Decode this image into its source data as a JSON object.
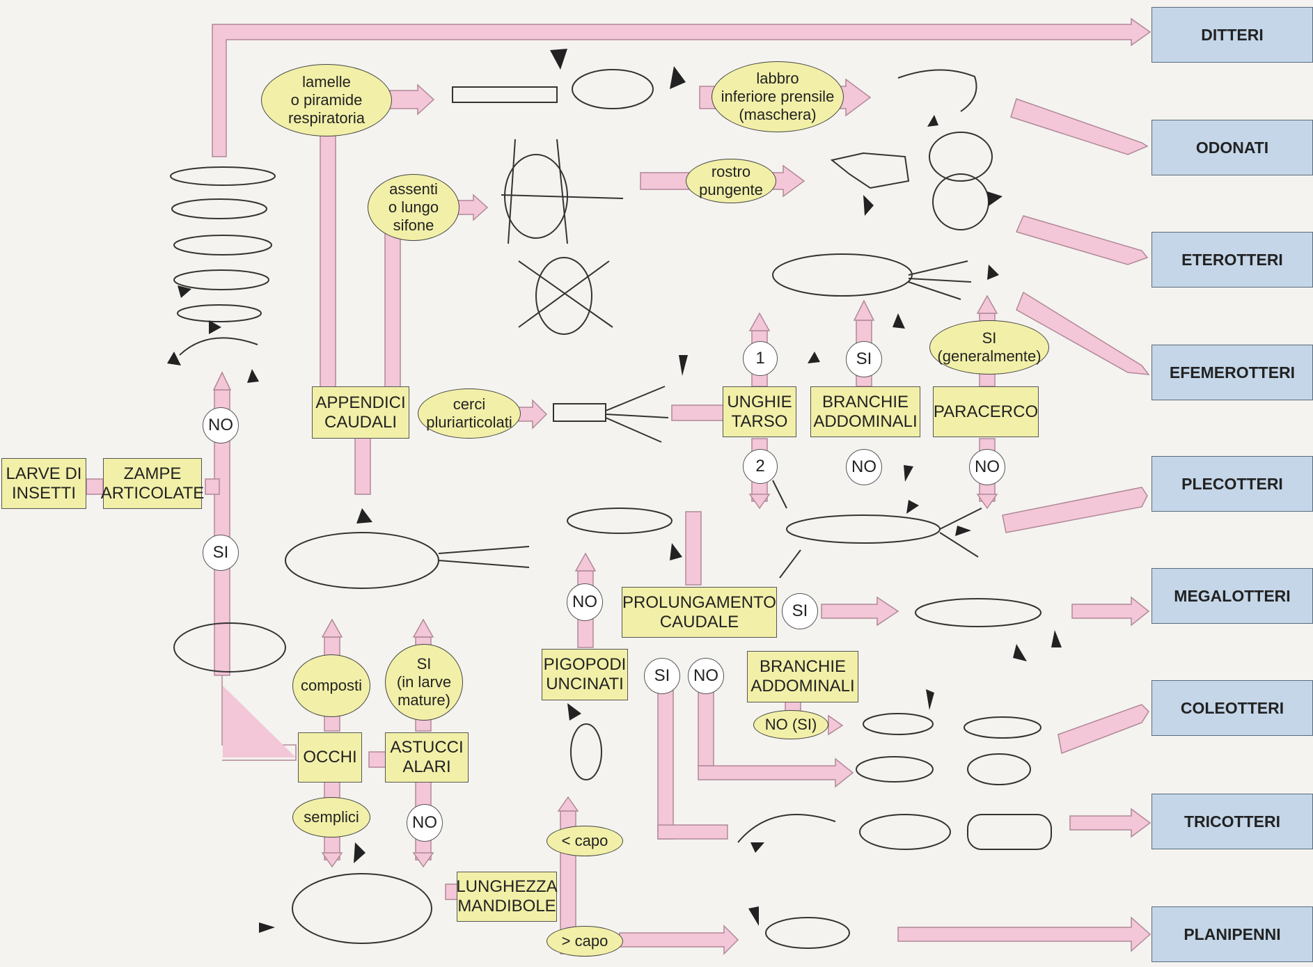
{
  "colors": {
    "arrow": "#f3c6d8",
    "arrow_stroke": "#b08898",
    "box": "#f2f0a8",
    "order_box": "#c4d6e8",
    "circle": "#ffffff"
  },
  "orders": [
    "DITTERI",
    "ODONATI",
    "ETEROTTERI",
    "EFEMEROTTERI",
    "PLECOTTERI",
    "MEGALOTTERI",
    "COLEOTTERI",
    "TRICOTTERI",
    "PLANIPENNI"
  ],
  "boxes": {
    "larve": "LARVE DI\nINSETTI",
    "zampe": "ZAMPE\nARTICOLATE",
    "appendici": "APPENDICI\nCAUDALI",
    "occhi": "OCCHI",
    "astucci": "ASTUCCI\nALARI",
    "lunghezza": "LUNGHEZZA\nMANDIBOLE",
    "pigopodi": "PIGOPODI\nUNCINATI",
    "prolungamento": "PROLUNGAMENTO\nCAUDALE",
    "branchie_addominali_low": "BRANCHIE\nADDOMINALI",
    "unghie": "UNGHIE\nTARSO",
    "branchie_addominali_top": "BRANCHIE\nADDOMINALI",
    "paracerco": "PARACERCO"
  },
  "ovals": {
    "lamelle": "lamelle\no piramide\nrespiratoria",
    "labbro": "labbro\ninferiore prensile\n(maschera)",
    "rostro": "rostro\npungente",
    "assenti": "assenti\no lungo\nsifone",
    "cerci": "cerci\npluriarticolati",
    "si_generalmente": "SI\n(generalmente)",
    "composti": "composti",
    "si_larve": "SI\n(in larve\nmature)",
    "semplici": "semplici",
    "capo_less": "< capo",
    "capo_more": "> capo",
    "no_si": "NO (SI)"
  },
  "circles": {
    "no_zampe": "NO",
    "si_zampe": "SI",
    "one": "1",
    "two": "2",
    "si_branchie": "SI",
    "no_branchie": "NO",
    "no_paracerco": "NO",
    "no_pigopodi": "NO",
    "si_pigopodi": "SI",
    "no_prolung": "NO",
    "si_prolung": "SI",
    "no_astucci": "NO"
  }
}
